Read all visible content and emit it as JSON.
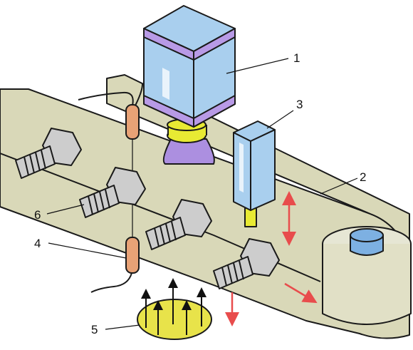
{
  "labels": {
    "l1": "1",
    "l2": "2",
    "l3": "3",
    "l4": "4",
    "l5": "5",
    "l6": "6"
  },
  "colors": {
    "belt": "#d9d8b8",
    "camera_body": "#a9cfee",
    "camera_band": "#b89ae6",
    "lens": "#ac8fe0",
    "lens_ring": "#e8ea33",
    "bolt": "#cdcdcd",
    "sensor_tube": "#e8a276",
    "target": "#e8e34a",
    "motion_arrow": "#e84c4c",
    "roller_cap": "#7db0e2"
  }
}
